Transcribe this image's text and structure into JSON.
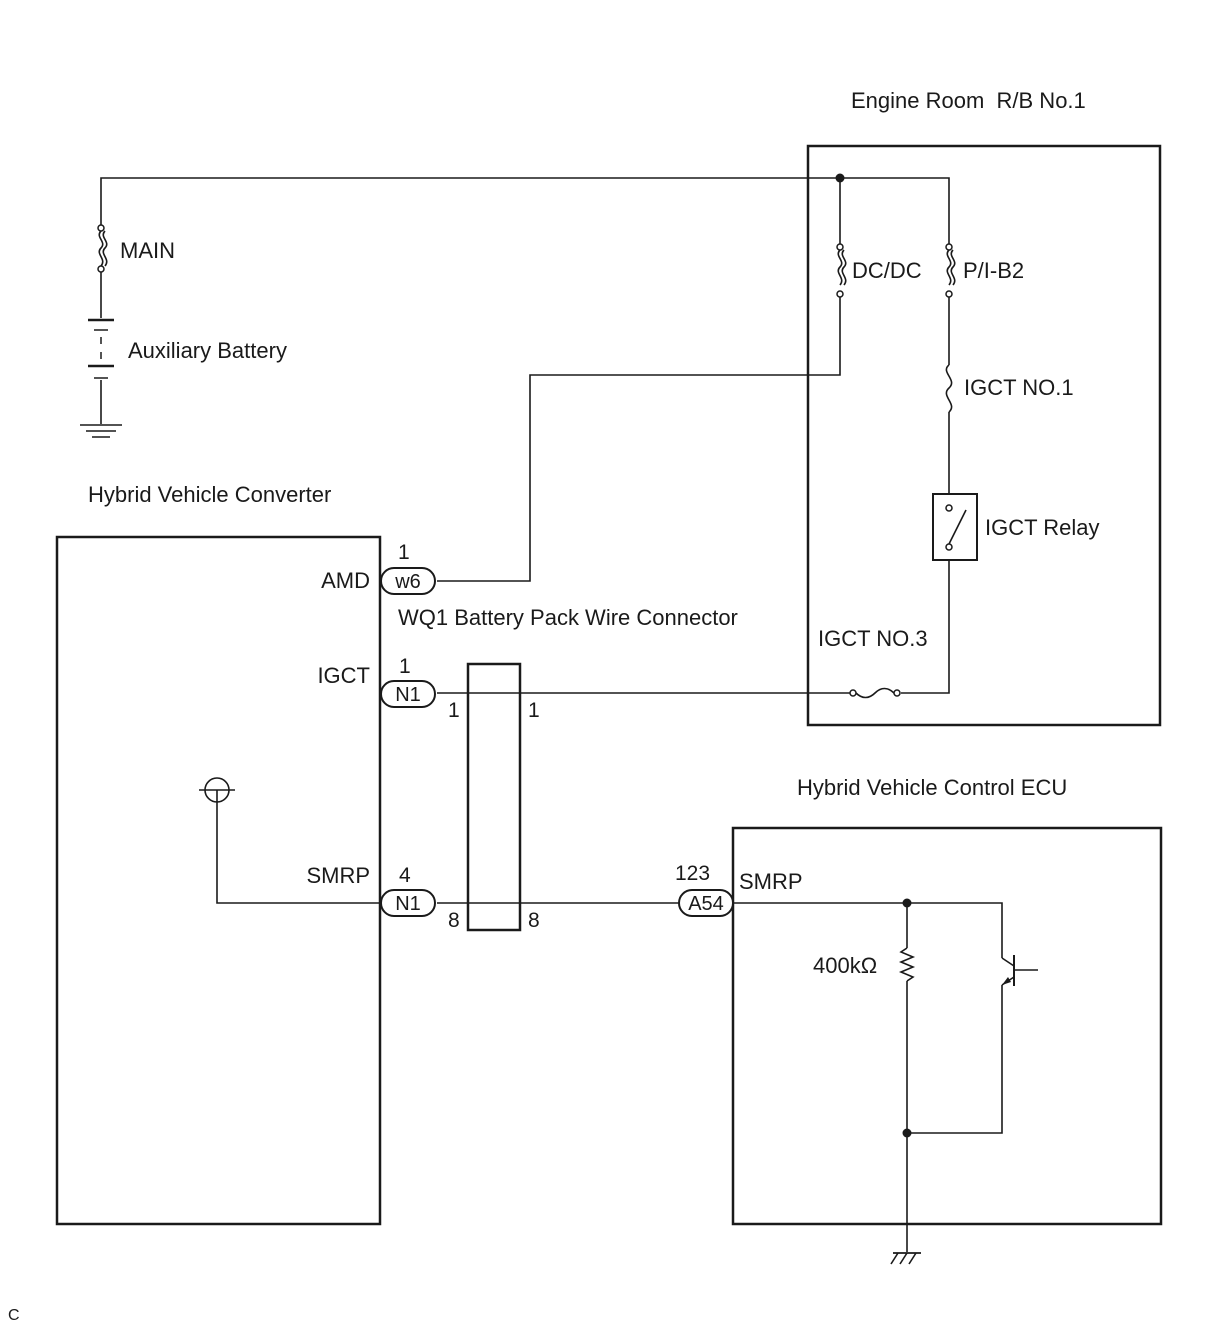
{
  "labels": {
    "engine_room": "Engine Room  R/B No.1",
    "main": "MAIN",
    "aux_battery": "Auxiliary Battery",
    "dcdc": "DC/DC",
    "pib2": "P/I-B2",
    "igct_no1": "IGCT NO.1",
    "igct_relay": "IGCT Relay",
    "igct_no3": "IGCT NO.3",
    "hv_converter": "Hybrid Vehicle Converter",
    "wq1": "WQ1 Battery Pack Wire Connector",
    "hv_ecu": "Hybrid Vehicle Control ECU",
    "resistor": "400kΩ",
    "corner": "C"
  },
  "converter_pins": {
    "amd": {
      "name": "AMD",
      "pin": "1",
      "connector": "w6"
    },
    "igct": {
      "name": "IGCT",
      "pin": "1",
      "connector": "N1"
    },
    "smrp": {
      "name": "SMRP",
      "pin": "4",
      "connector": "N1"
    }
  },
  "wq1_pins": {
    "igct_left": "1",
    "igct_right": "1",
    "smrp_left": "8",
    "smrp_right": "8"
  },
  "ecu_pin": {
    "name": "SMRP",
    "pin": "123",
    "connector": "A54"
  }
}
